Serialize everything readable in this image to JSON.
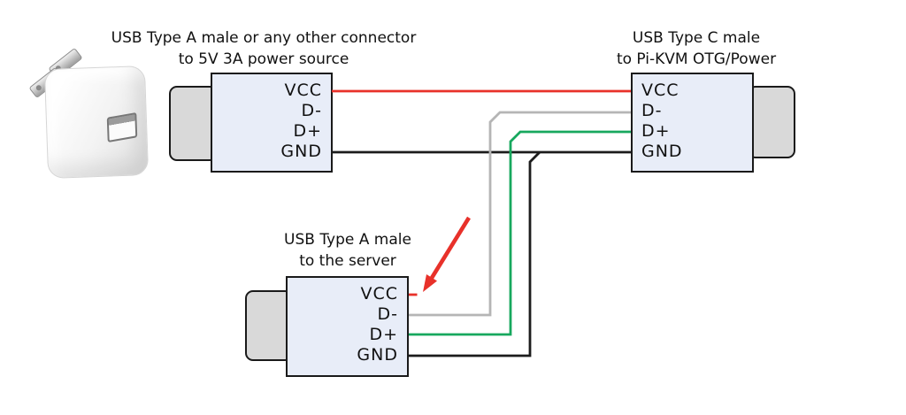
{
  "colors": {
    "wire_red": "#e8312a",
    "wire_gray": "#b5b5b5",
    "wire_green": "#17a85e",
    "wire_black": "#1c1c1c",
    "arrow_red": "#e8312a",
    "box_fill": "#e8edf8",
    "box_border": "#1a1a1a",
    "plug_fill": "#d9d9d9"
  },
  "connectors": {
    "power": {
      "caption": [
        "USB Type A male or any other connector",
        "to 5V 3A power source"
      ],
      "pins": [
        "VCC",
        "D-",
        "D+",
        "GND"
      ]
    },
    "pikvm": {
      "caption": [
        "USB Type C male",
        "to Pi-KVM OTG/Power"
      ],
      "pins": [
        "VCC",
        "D-",
        "D+",
        "GND"
      ]
    },
    "server": {
      "caption": [
        "USB Type A male",
        "to the server"
      ],
      "pins": [
        "VCC",
        "D-",
        "D+",
        "GND"
      ]
    }
  },
  "wires": [
    {
      "signal": "VCC",
      "from": "power",
      "to": "pikvm",
      "color": "red"
    },
    {
      "signal": "GND",
      "from": "power",
      "to": "pikvm",
      "color": "black"
    },
    {
      "signal": "D-",
      "from": "pikvm",
      "to": "server",
      "color": "gray"
    },
    {
      "signal": "D+",
      "from": "pikvm",
      "to": "server",
      "color": "green"
    },
    {
      "signal": "GND",
      "from": "gnd-line-junction",
      "to": "server",
      "color": "black"
    },
    {
      "signal": "VCC",
      "at": "server",
      "depiction": "cut-stub-not-connected",
      "color": "red"
    }
  ],
  "icons": {
    "arrow": "red-diagonal-arrow-pointing-to-server-vcc-stub",
    "photo": "white-usb-power-adapter"
  }
}
